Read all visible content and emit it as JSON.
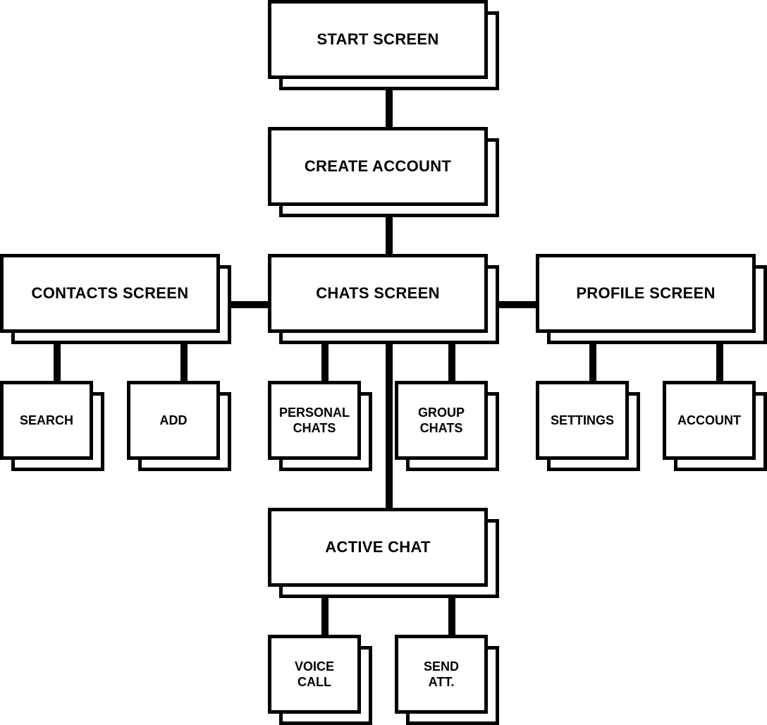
{
  "nodes": {
    "start_screen": "START SCREEN",
    "create_account": "CREATE ACCOUNT",
    "contacts_screen": "CONTACTS SCREEN",
    "chats_screen": "CHATS SCREEN",
    "profile_screen": "PROFILE SCREEN",
    "search": "SEARCH",
    "add": "ADD",
    "personal_chats": [
      "PERSONAL",
      "CHATS"
    ],
    "group_chats": [
      "GROUP",
      "CHATS"
    ],
    "settings": "SETTINGS",
    "account": "ACCOUNT",
    "active_chat": "ACTIVE CHAT",
    "voice_call": [
      "VOICE",
      "CALL"
    ],
    "send_att": [
      "SEND",
      "ATT."
    ]
  }
}
